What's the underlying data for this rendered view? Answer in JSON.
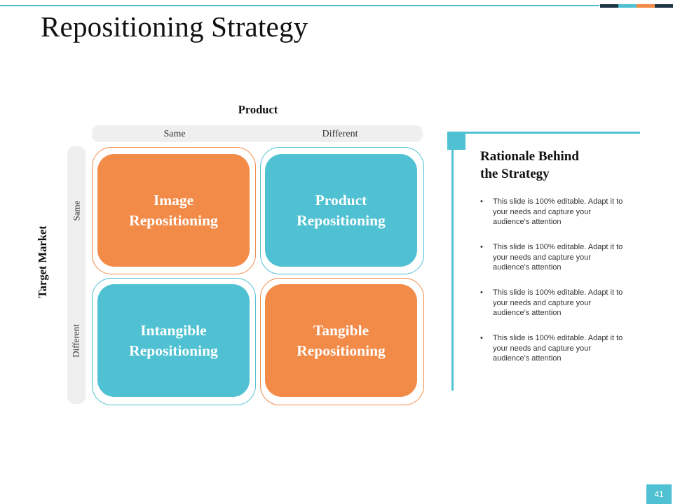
{
  "slide": {
    "title": "Repositioning Strategy",
    "page_number": "41"
  },
  "colors": {
    "accent_teal": "#4fc1d2",
    "accent_orange": "#f38b48",
    "header_bars": [
      "#1d3545",
      "#4fc1d2",
      "#f38b48",
      "#1d3545"
    ]
  },
  "matrix": {
    "x_axis_title": "Product",
    "y_axis_title": "Target Market",
    "columns": [
      "Same",
      "Different"
    ],
    "rows": [
      "Same",
      "Different"
    ],
    "quadrants": [
      {
        "line1": "Image",
        "line2": "Repositioning",
        "color": "#f38b48"
      },
      {
        "line1": "Product",
        "line2": "Repositioning",
        "color": "#4fc1d2"
      },
      {
        "line1": "Intangible",
        "line2": "Repositioning",
        "color": "#4fc1d2"
      },
      {
        "line1": "Tangible",
        "line2": "Repositioning",
        "color": "#f38b48"
      }
    ]
  },
  "rationale": {
    "title_line1": "Rationale Behind",
    "title_line2": "the Strategy",
    "bullet_marker": "•",
    "bullets": [
      {
        "line1": "This slide is 100% editable. Adapt it to",
        "line2": "your needs and capture your",
        "line3": "audience's attention"
      },
      {
        "line1": "This slide is 100% editable. Adapt it to",
        "line2": "your needs and capture your",
        "line3": "audience's attention"
      },
      {
        "line1": "This slide is 100% editable. Adapt it to",
        "line2": "your needs and capture your",
        "line3": "audience's attention"
      },
      {
        "line1": "This slide is 100% editable. Adapt it to",
        "line2": "your needs and capture your",
        "line3": "audience's attention"
      }
    ]
  }
}
